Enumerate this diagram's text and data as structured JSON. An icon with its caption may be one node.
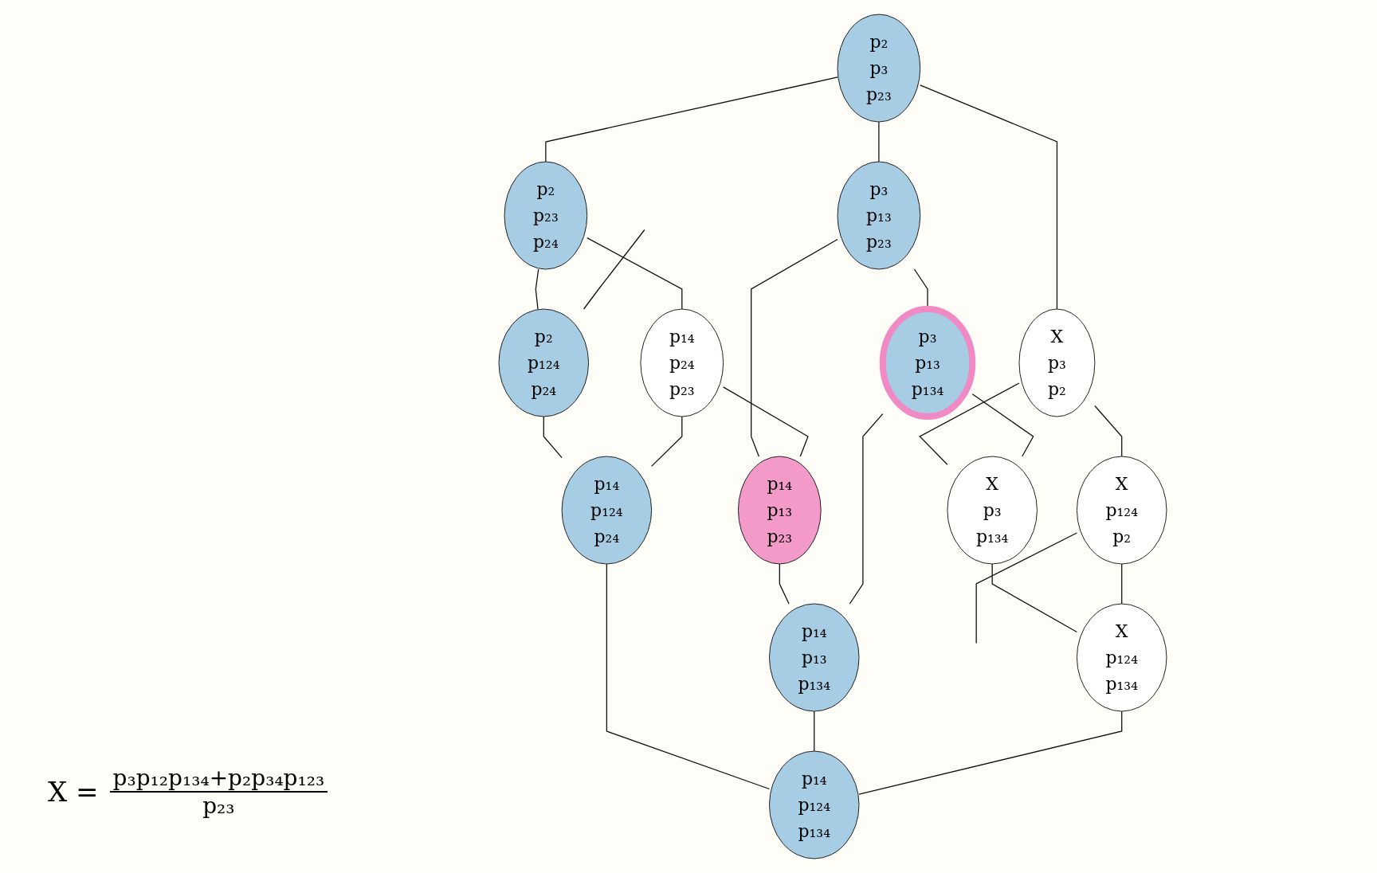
{
  "diagram": {
    "nodes": [
      {
        "text": [
          "p₂",
          "p₃",
          "p₂₃"
        ]
      },
      {
        "text": [
          "p₂",
          "p₂₃",
          "p₂₄"
        ]
      },
      {
        "text": [
          "p₃",
          "p₁₃",
          "p₂₃"
        ]
      },
      {
        "text": [
          "X",
          "p₃",
          "p₂"
        ]
      },
      {
        "text": [
          "p₂",
          "p₁₂₄",
          "p₂₄"
        ]
      },
      {
        "text": [
          "p₁₄",
          "p₂₄",
          "p₂₃"
        ]
      },
      {
        "text": [
          "p₁₄",
          "p₁₃",
          "p₂₃"
        ]
      },
      {
        "text": [
          "p₃",
          "p₁₃",
          "p₁₃₄"
        ]
      },
      {
        "text": [
          "X",
          "p₃",
          "p₁₃₄"
        ]
      },
      {
        "text": [
          "X",
          "p₁₂₄",
          "p₂"
        ]
      },
      {
        "text": [
          "p₁₄",
          "p₁₂₄",
          "p₂₄"
        ]
      },
      {
        "text": [
          "p₁₄",
          "p₁₃",
          "p₁₃₄"
        ]
      },
      {
        "text": [
          "X",
          "p₁₂₄",
          "p₁₃₄"
        ]
      },
      {
        "text": [
          "p₁₄",
          "p₁₂₄",
          "p₁₃₄"
        ]
      }
    ],
    "edges": [
      {
        "from": 0,
        "to": 1,
        "arrow": "none"
      },
      {
        "from": 0,
        "to": 2,
        "arrow": "none"
      },
      {
        "from": 0,
        "to": 3,
        "arrow": "none"
      },
      {
        "from": 1,
        "to": 4,
        "arrow": "none"
      },
      {
        "from": 1,
        "to": 5,
        "arrow": "none"
      },
      {
        "from": 2,
        "to": 6,
        "arrow": "none"
      },
      {
        "from": 2,
        "to": 7,
        "arrow": "none"
      },
      {
        "from": 3,
        "to": 8,
        "arrow": "none"
      },
      {
        "from": 3,
        "to": 9,
        "arrow": "none"
      },
      {
        "from": null,
        "to": 4,
        "arrow": "none"
      },
      {
        "from": 4,
        "to": 10,
        "arrow": "none"
      },
      {
        "from": 5,
        "to": 6,
        "arrow": "none"
      },
      {
        "from": 5,
        "to": 10,
        "arrow": "none"
      },
      {
        "from": 6,
        "to": 11,
        "arrow": "none"
      },
      {
        "from": 7,
        "to": 8,
        "arrow": "none"
      },
      {
        "from": 7,
        "to": 11,
        "arrow": "none"
      },
      {
        "from": 8,
        "to": 12,
        "arrow": "none"
      },
      {
        "from": 9,
        "to": null,
        "arrow": "none"
      },
      {
        "from": 9,
        "to": 12,
        "arrow": "none"
      },
      {
        "from": 10,
        "to": 13,
        "arrow": "none"
      },
      {
        "from": 11,
        "to": 13,
        "arrow": "none"
      },
      {
        "from": 12,
        "to": 13,
        "arrow": "none"
      }
    ],
    "labels": [
      "X =",
      "p₃p₁₂p₁₃₄+p₂p₃₄p₁₂₃",
      "p₂₃"
    ]
  }
}
